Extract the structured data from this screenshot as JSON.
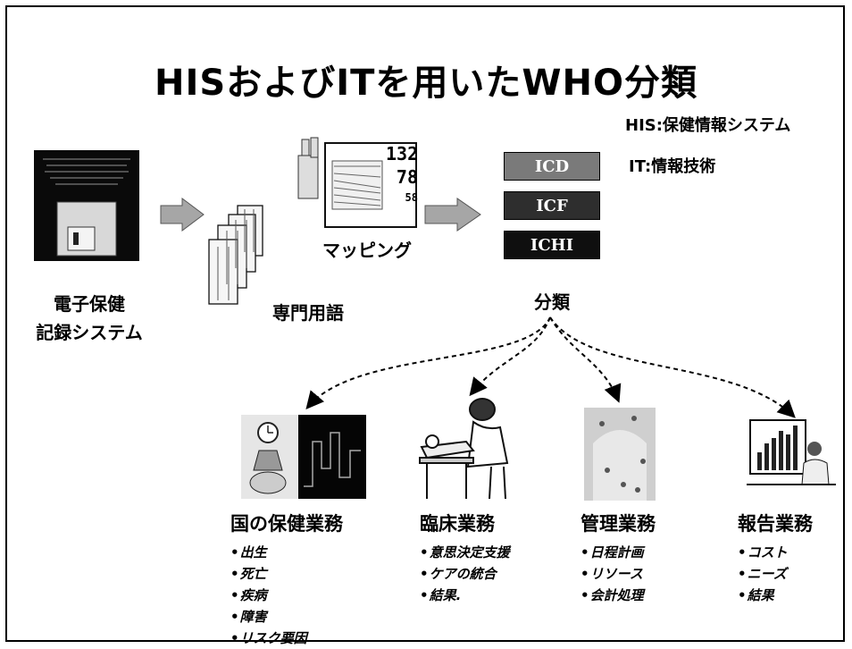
{
  "title": "HISおよびITを用いたWHO分類",
  "legend": {
    "his": "HIS:保健情報システム",
    "it": "IT:情報技術"
  },
  "flow": {
    "ehr_label_line1": "電子保健",
    "ehr_label_line2": "記録システム",
    "terminology_label": "専門用語",
    "mapping_label": "マッピング",
    "classification_label": "分類",
    "monitor_values": [
      "132",
      "78",
      "58"
    ]
  },
  "classifications": [
    {
      "label": "ICD"
    },
    {
      "label": "ICF"
    },
    {
      "label": "ICHI"
    }
  ],
  "domains": [
    {
      "title": "国の保健業務",
      "items": [
        "出生",
        "死亡",
        "疾病",
        "障害",
        "リスク要因"
      ]
    },
    {
      "title": "臨床業務",
      "items": [
        "意思決定支援",
        "ケアの統合",
        "結果."
      ]
    },
    {
      "title": "管理業務",
      "items": [
        "日程計画",
        "リソース",
        "会計処理"
      ]
    },
    {
      "title": "報告業務",
      "items": [
        "コスト",
        "ニーズ",
        "結果"
      ]
    }
  ]
}
